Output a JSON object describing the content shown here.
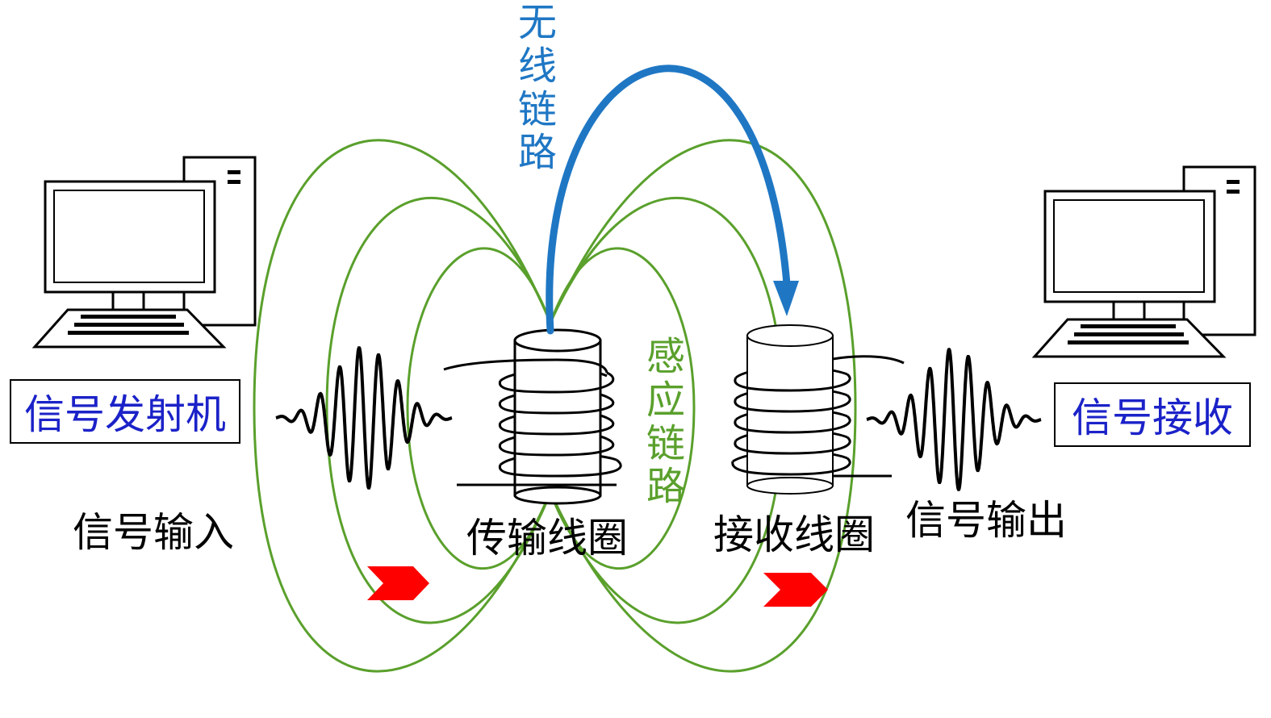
{
  "colors": {
    "field_line": "#5aa02c",
    "wireless_arrow": "#1f77c4",
    "flow_arrow": "#ff0000",
    "box_text": "#1b22c8",
    "inductive_text": "#5aa02c",
    "wireless_text": "#1f77c4",
    "line": "#000000"
  },
  "icons": {
    "transmitter_computer": "desktop-computer-icon",
    "receiver_computer": "desktop-computer-icon",
    "flow_arrows": "chevron-right-icon"
  },
  "labels": {
    "transmitter": "信号发射机",
    "receiver": "信号接收",
    "signal_input": "信号输入",
    "signal_output": "信号输出",
    "tx_coil": "传输线圈",
    "rx_coil": "接收线圈",
    "wireless_link": "无线链路",
    "inductive_link": "感应链路"
  }
}
